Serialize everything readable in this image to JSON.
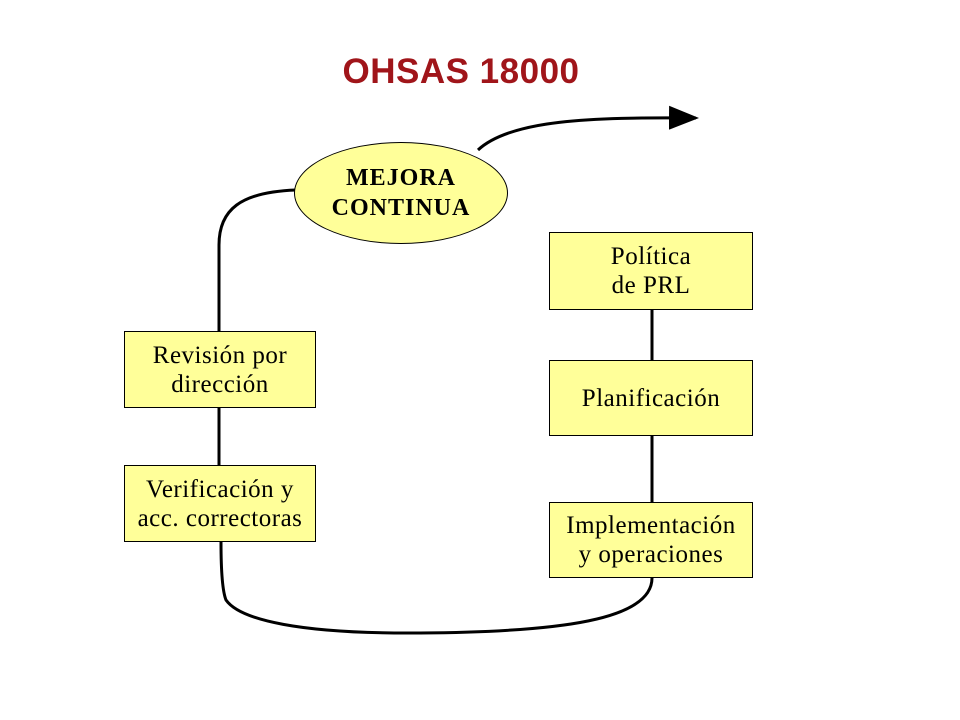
{
  "title": "OHSAS 18000",
  "colors": {
    "title": "#a0151a",
    "box_fill": "#ffff99",
    "stroke": "#000000"
  },
  "nodes": {
    "mejora": "MEJORA\nCONTINUA",
    "politica": "Política\nde PRL",
    "planificacion": "Planificación",
    "implementacion": "Implementación\ny operaciones",
    "verificacion": "Verificación y\nacc. correctoras",
    "revision": "Revisión por\ndirección"
  }
}
